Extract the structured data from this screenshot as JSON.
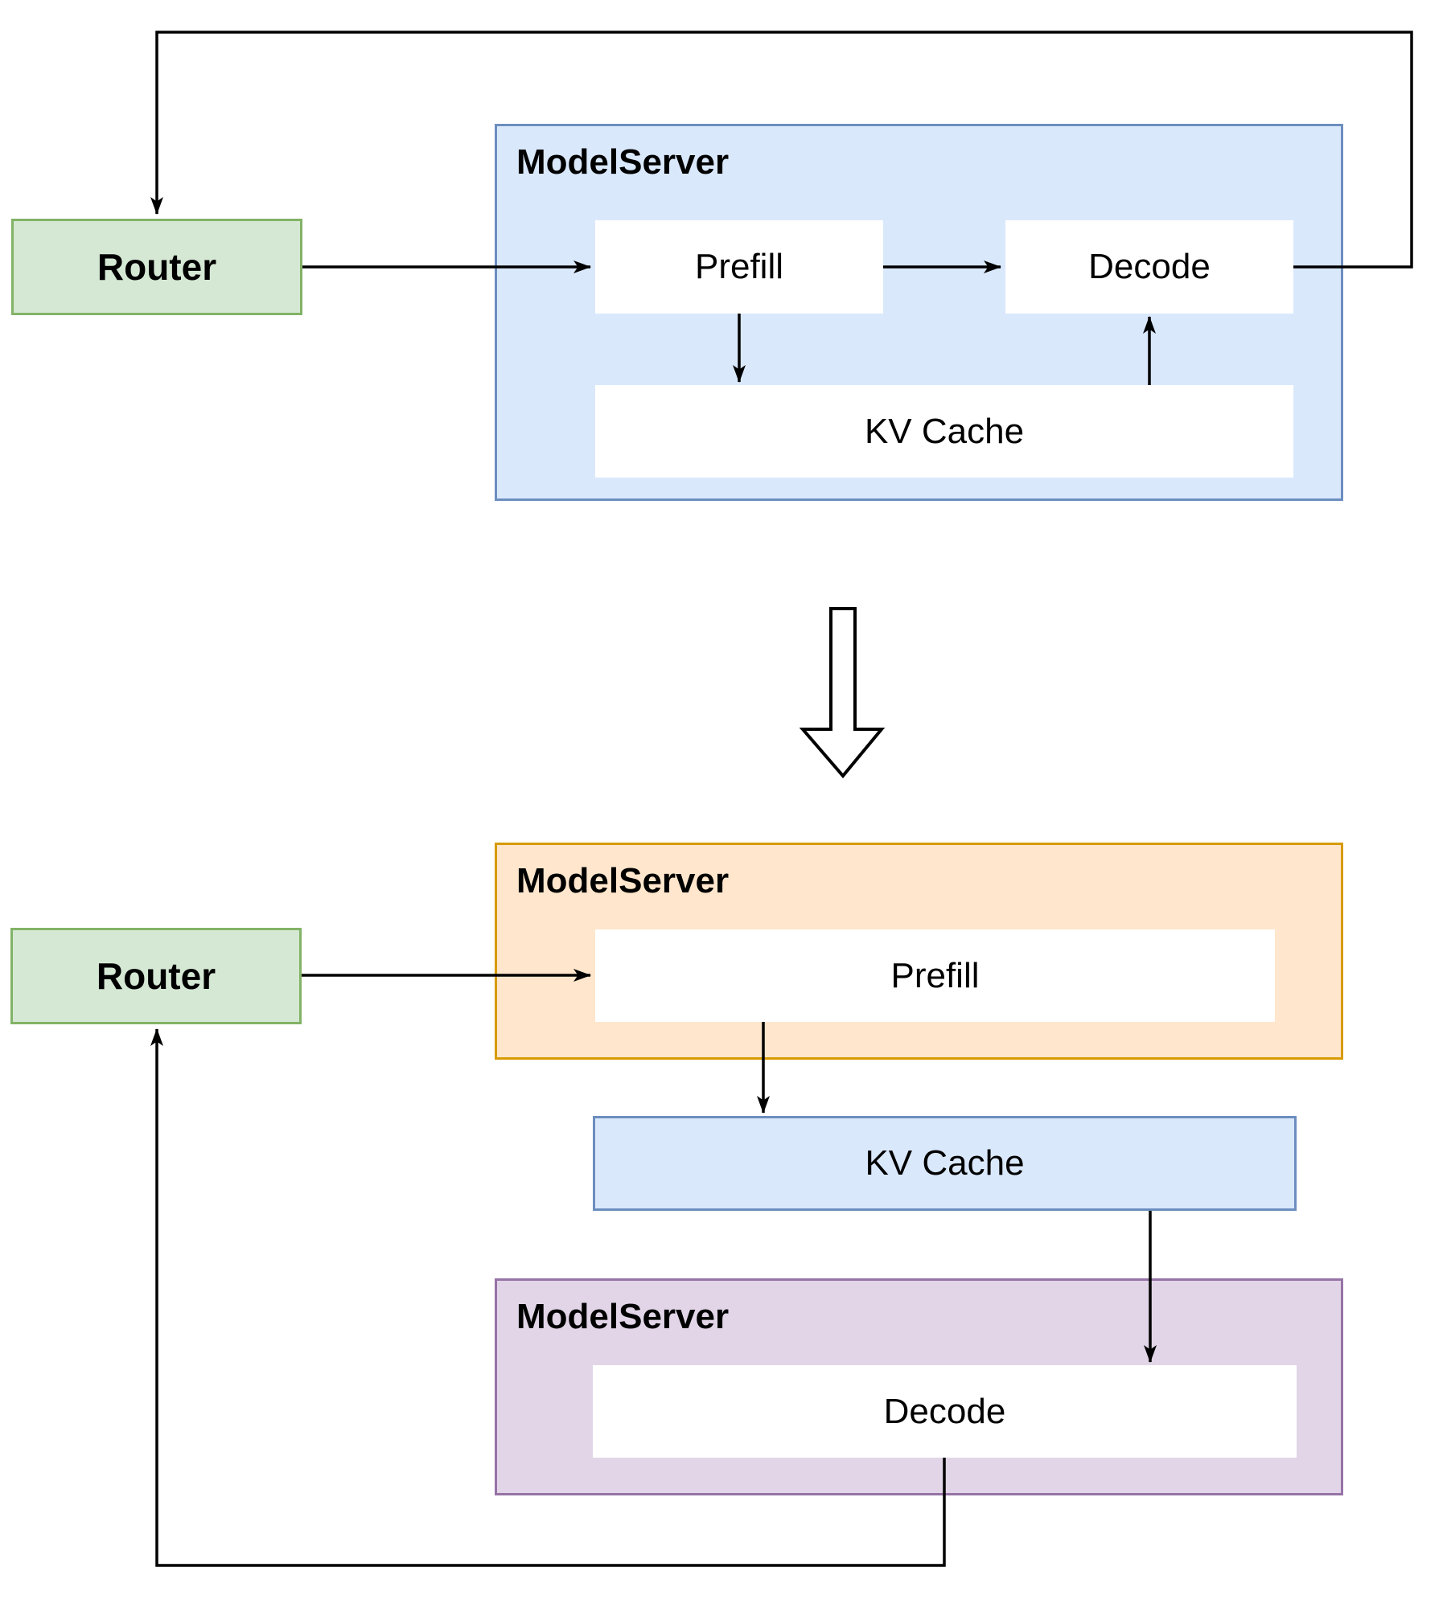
{
  "colors": {
    "line": "#000000",
    "green_fill": "#d5e8d4",
    "green_stroke": "#82b366",
    "blue_fill": "#dae8fc",
    "blue_stroke": "#6c8ebf",
    "orange_fill": "#ffe6cc",
    "orange_stroke": "#d79b00",
    "purple_fill": "#e1d5e7",
    "purple_stroke": "#9673a6"
  },
  "top": {
    "router_label": "Router",
    "modelserver_label": "ModelServer",
    "prefill_label": "Prefill",
    "decode_label": "Decode",
    "kv_cache_label": "KV Cache"
  },
  "bottom": {
    "router_label": "Router",
    "prefill_server_label": "ModelServer",
    "prefill_label": "Prefill",
    "kv_cache_label": "KV Cache",
    "decode_server_label": "ModelServer",
    "decode_label": "Decode"
  }
}
